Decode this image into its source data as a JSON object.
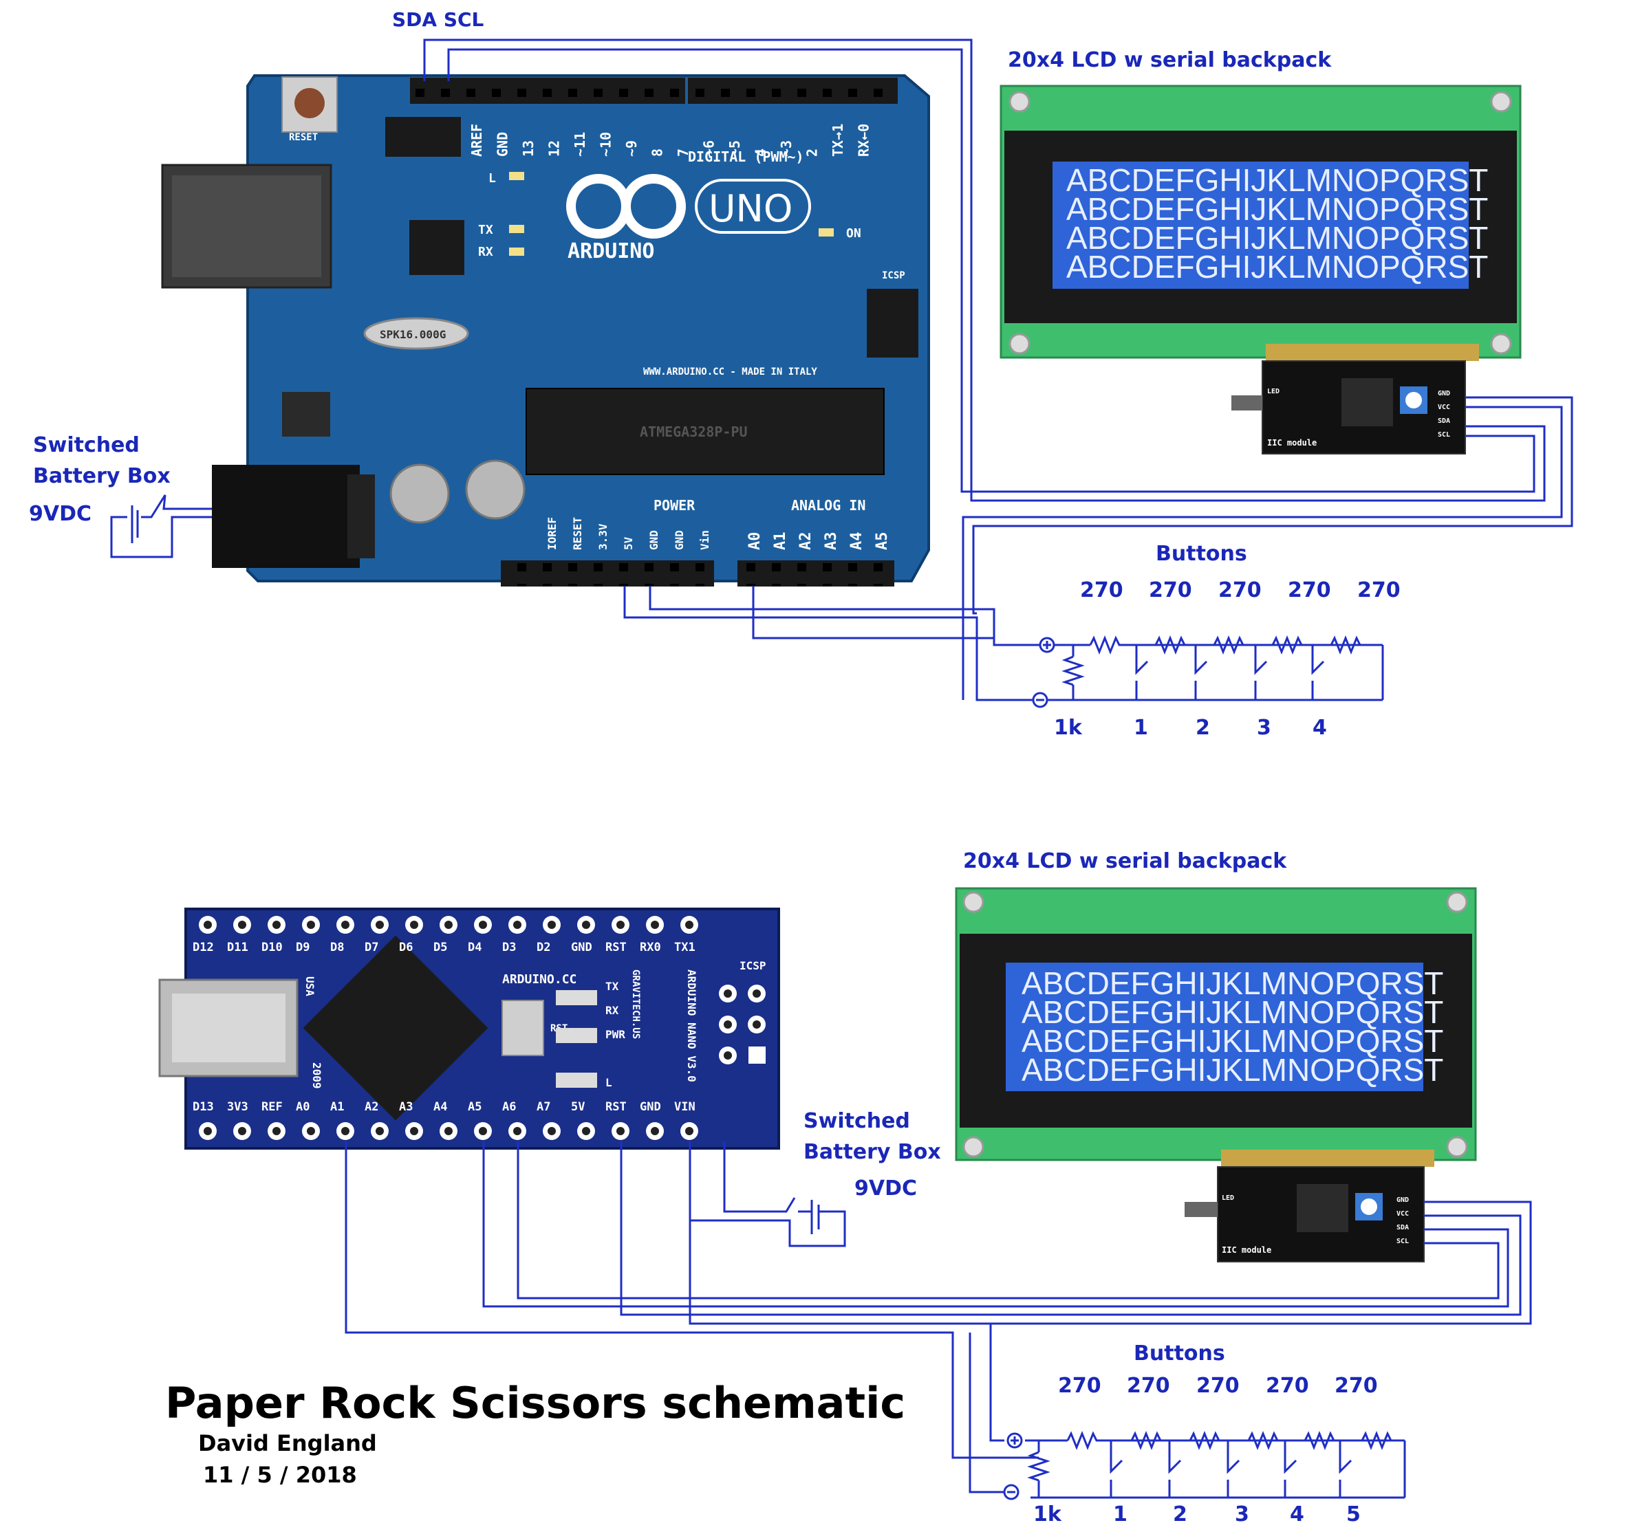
{
  "title": "Paper Rock Scissors schematic",
  "author": "David England",
  "date": "11 / 5 / 2018",
  "uno_section": {
    "i2c_label": "SDA  SCL",
    "lcd_label": "20x4 LCD w serial backpack",
    "lcd_lines": [
      "ABCDEFGHIJKLMNOPQRST",
      "ABCDEFGHIJKLMNOPQRST",
      "ABCDEFGHIJKLMNOPQRST",
      "ABCDEFGHIJKLMNOPQRST"
    ],
    "battery_label_1": "Switched",
    "battery_label_2": "Battery Box",
    "battery_voltage": "9VDC",
    "buttons_label": "Buttons",
    "resistor_values": [
      "270",
      "270",
      "270",
      "270",
      "270"
    ],
    "bottom_labels": [
      "1k",
      "1",
      "2",
      "3",
      "4"
    ],
    "board": {
      "model": "UNO",
      "brand": "ARDUINO",
      "digital_label": "DIGITAL (PWM~)",
      "digital_pins": [
        "AREF",
        "GND",
        "13",
        "12",
        "~11",
        "~10",
        "~9",
        "8",
        "7",
        "~6",
        "~5",
        "4",
        "~3",
        "2",
        "TX→1",
        "RX←0"
      ],
      "power_label": "POWER",
      "power_pins": [
        "IOREF",
        "RESET",
        "3.3V",
        "5V",
        "GND",
        "GND",
        "Vin"
      ],
      "analog_label": "ANALOG IN",
      "analog_pins": [
        "A0",
        "A1",
        "A2",
        "A3",
        "A4",
        "A5"
      ],
      "website": "WWW.ARDUINO.CC - MADE IN ITALY",
      "chip_text": "ATMEGA328P-PU",
      "crystal_text": "SPK16.000G",
      "icsp_label": "ICSP",
      "led_labels": [
        "L",
        "TX",
        "RX",
        "ON"
      ],
      "reset_label": "RESET"
    },
    "backpack": {
      "pins": [
        "GND",
        "VCC",
        "SDA",
        "SCL"
      ],
      "module_text": "IIC module",
      "led_label": "LED"
    }
  },
  "nano_section": {
    "lcd_label": "20x4 LCD w serial backpack",
    "lcd_lines": [
      "ABCDEFGHIJKLMNOPQRST",
      "ABCDEFGHIJKLMNOPQRST",
      "ABCDEFGHIJKLMNOPQRST",
      "ABCDEFGHIJKLMNOPQRST"
    ],
    "battery_label_1": "Switched",
    "battery_label_2": "Battery Box",
    "battery_voltage": "9VDC",
    "buttons_label": "Buttons",
    "resistor_values": [
      "270",
      "270",
      "270",
      "270",
      "270"
    ],
    "bottom_labels": [
      "1k",
      "1",
      "2",
      "3",
      "4",
      "5"
    ],
    "board": {
      "top_pins": [
        "D12",
        "D11",
        "D10",
        "D9",
        "D8",
        "D7",
        "D6",
        "D5",
        "D4",
        "D3",
        "D2",
        "GND",
        "RST",
        "RX0",
        "TX1"
      ],
      "bottom_pins": [
        "D13",
        "3V3",
        "REF",
        "A0",
        "A1",
        "A2",
        "A3",
        "A4",
        "A5",
        "A6",
        "A7",
        "5V",
        "RST",
        "GND",
        "VIN"
      ],
      "brand_text": "ARDUINO.CC",
      "model_text": "ARDUINO NANO V3.0",
      "maker_text": "GRAVITECH.US",
      "usa_text": "USA",
      "year_text": "2009",
      "icsp_label": "ICSP",
      "led_labels": [
        "TX",
        "RX",
        "PWR",
        "L"
      ],
      "rst_label": "RST"
    },
    "backpack": {
      "pins": [
        "GND",
        "VCC",
        "SDA",
        "SCL"
      ],
      "module_text": "IIC module",
      "led_label": "LED"
    }
  },
  "colors": {
    "wire": "#1f2ec4",
    "label": "#1a27b8",
    "uno_pcb": "#1d5f9e",
    "nano_pcb": "#1a2f8a",
    "lcd_pcb": "#3fbf6e",
    "lcd_screen": "#2f63d8"
  }
}
